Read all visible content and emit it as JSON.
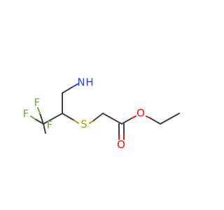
{
  "molecule": {
    "atoms": {
      "n": {
        "label": "N",
        "color": "#2f3cff"
      },
      "h2": {
        "label": "H",
        "color": "#2f3cff"
      },
      "s": {
        "label": "S",
        "color": "#b0a000"
      },
      "o_ester": {
        "label": "O",
        "color": "#ff0d0d"
      },
      "o_carbonyl": {
        "label": "O",
        "color": "#ff0d0d"
      },
      "f1": {
        "label": "F",
        "color": "#70b040"
      },
      "f2": {
        "label": "F",
        "color": "#70b040"
      },
      "f3": {
        "label": "F",
        "color": "#70b040"
      }
    },
    "colors": {
      "carbon_bond": "#404040",
      "background": "#ffffff"
    }
  }
}
